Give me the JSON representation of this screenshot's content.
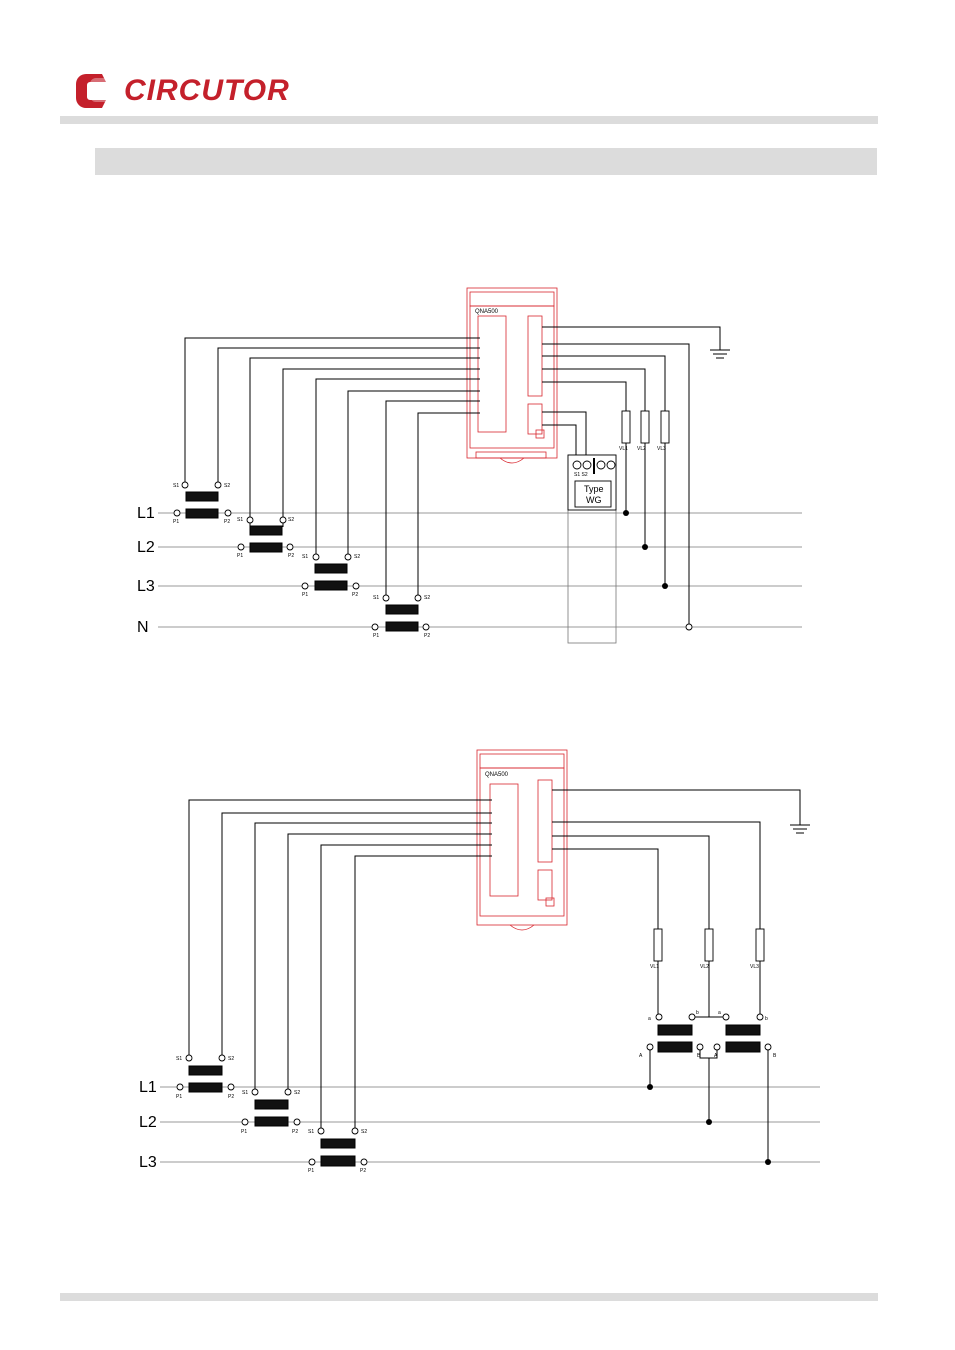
{
  "header": {
    "brand": "CIRCUTOR",
    "brand_color": "#c4202b",
    "logo_icon": "circutor-logo-icon"
  },
  "diagram1": {
    "device_title": "QNA500",
    "line_labels": [
      "L1",
      "L2",
      "L3",
      "N"
    ],
    "ct_labels": {
      "s1": "S1",
      "s2": "S2",
      "p1": "P1",
      "p2": "P2"
    },
    "fuse_labels": [
      "VL1",
      "VL2",
      "VL3"
    ],
    "wg_terminals": "S1  S2",
    "wg_type": "Type",
    "wg_model": "WG"
  },
  "diagram2": {
    "device_title": "QNA500",
    "line_labels": [
      "L1",
      "L2",
      "L3"
    ],
    "ct_labels": {
      "s1": "S1",
      "s2": "S2",
      "p1": "P1",
      "p2": "P2"
    },
    "fuse_labels": [
      "VL1",
      "VL2",
      "VL3"
    ],
    "vt_labels": {
      "a": "a",
      "b": "b",
      "A": "A",
      "B": "B"
    }
  }
}
